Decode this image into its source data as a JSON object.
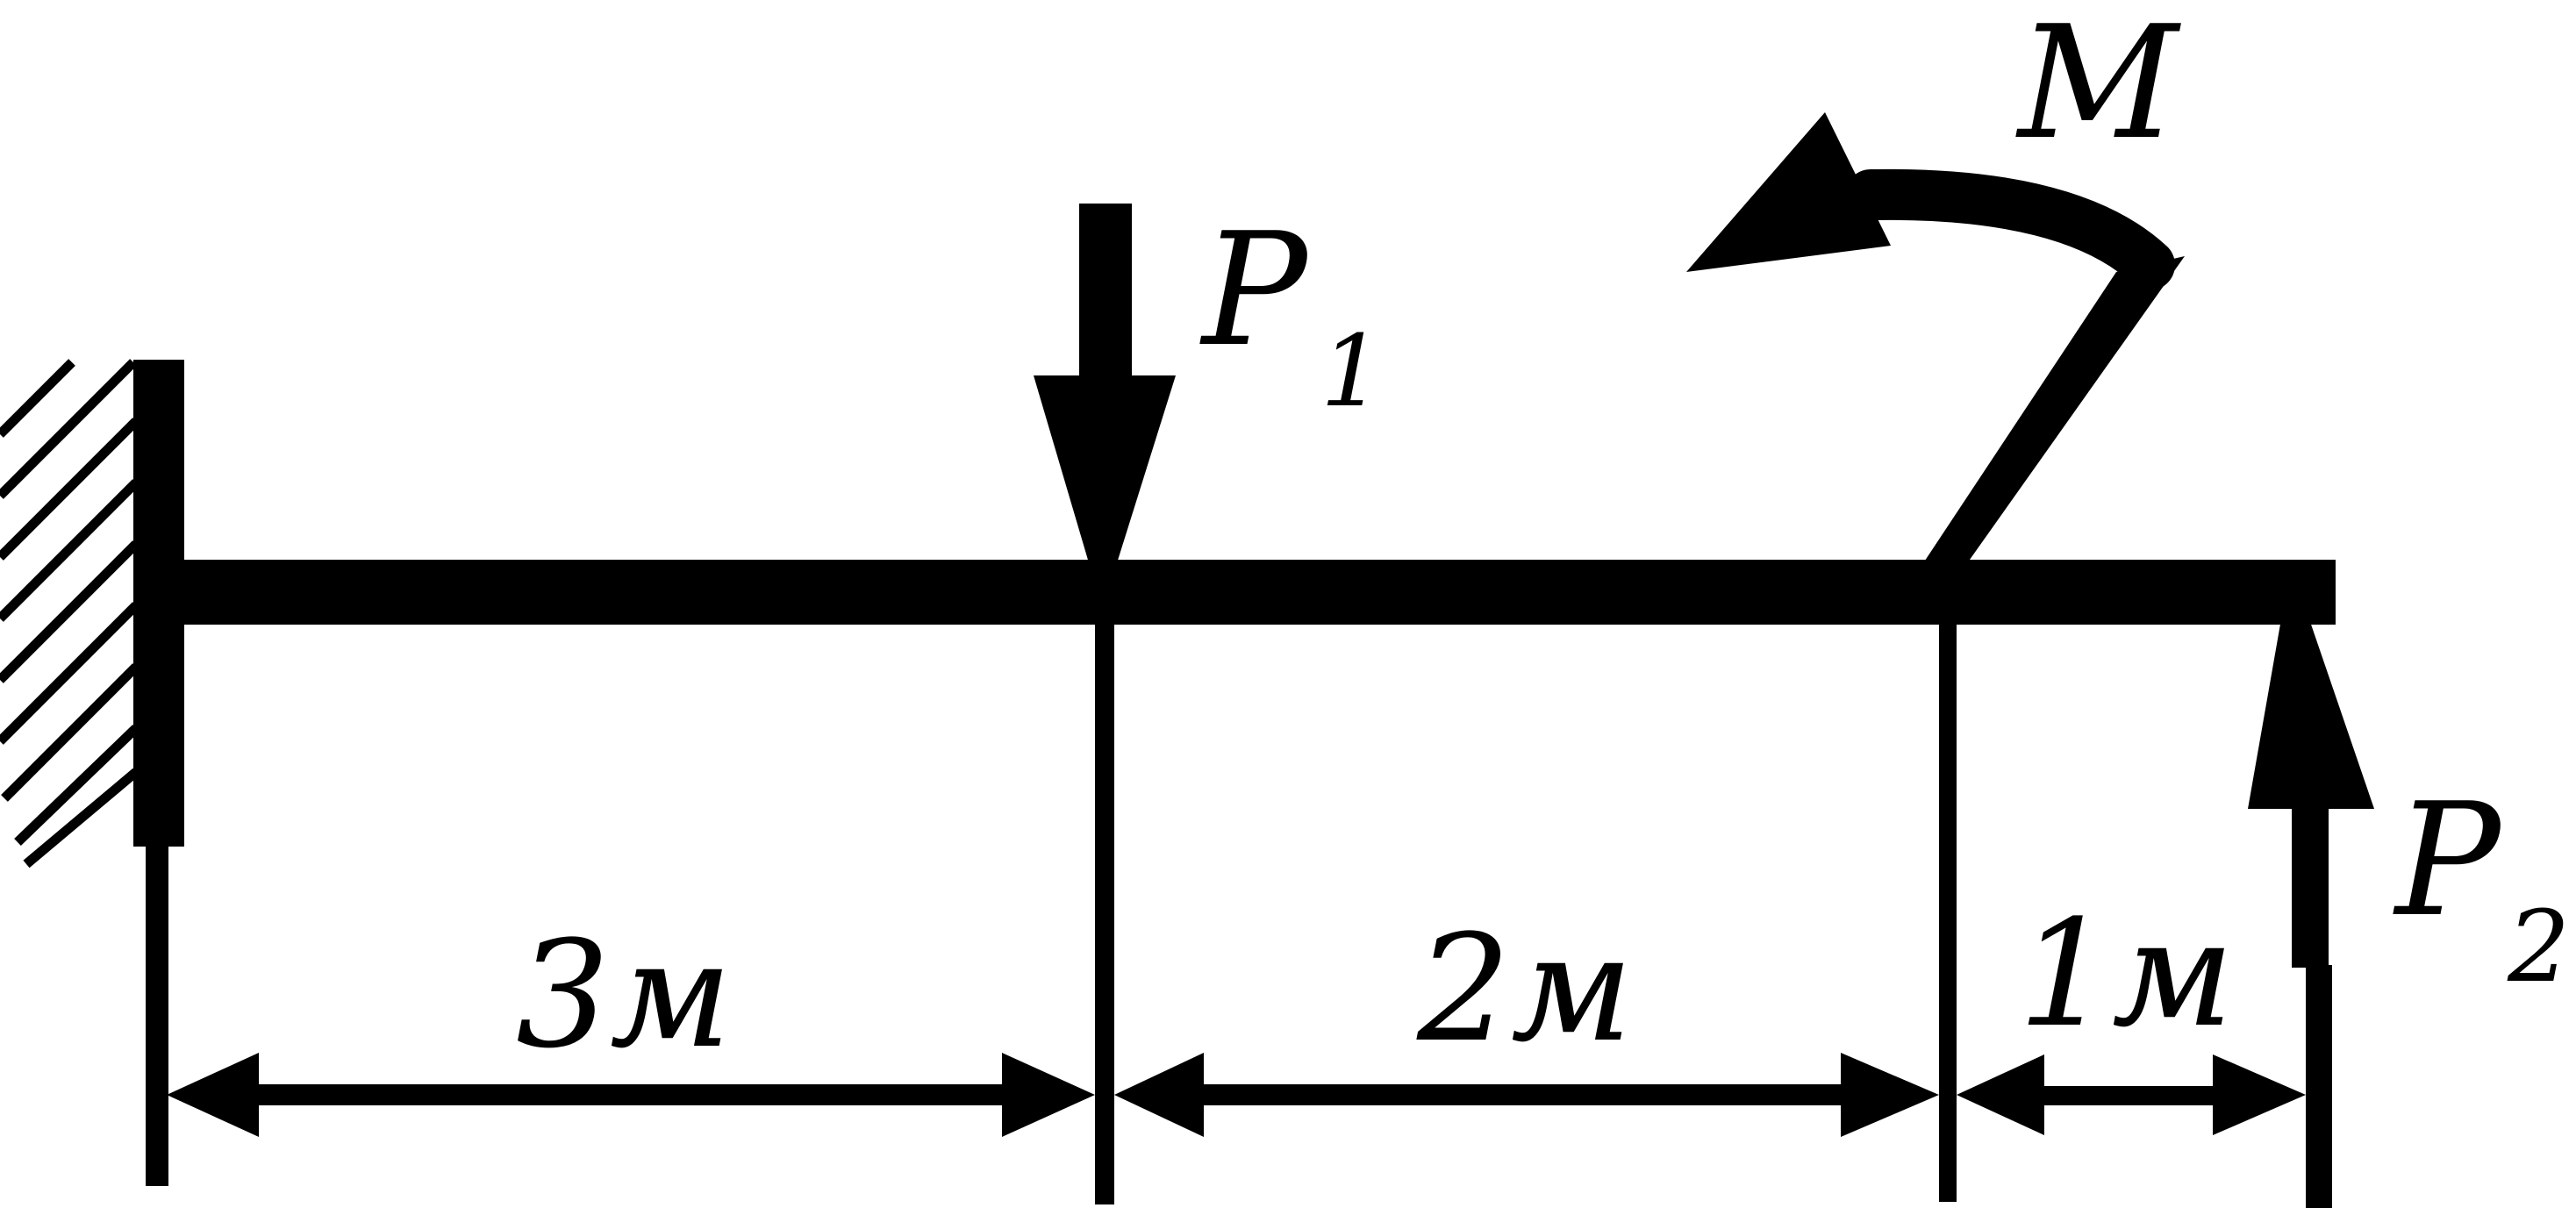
{
  "loads": {
    "p1": {
      "symbol": "P",
      "subscript": "1"
    },
    "p2": {
      "symbol": "P",
      "subscript": "2"
    },
    "moment": {
      "symbol": "M"
    }
  },
  "dimensions": {
    "seg1": "3м",
    "seg2": "2м",
    "seg3": "1м"
  },
  "colors": {
    "ink": "#000000",
    "paper": "#ffffff"
  }
}
